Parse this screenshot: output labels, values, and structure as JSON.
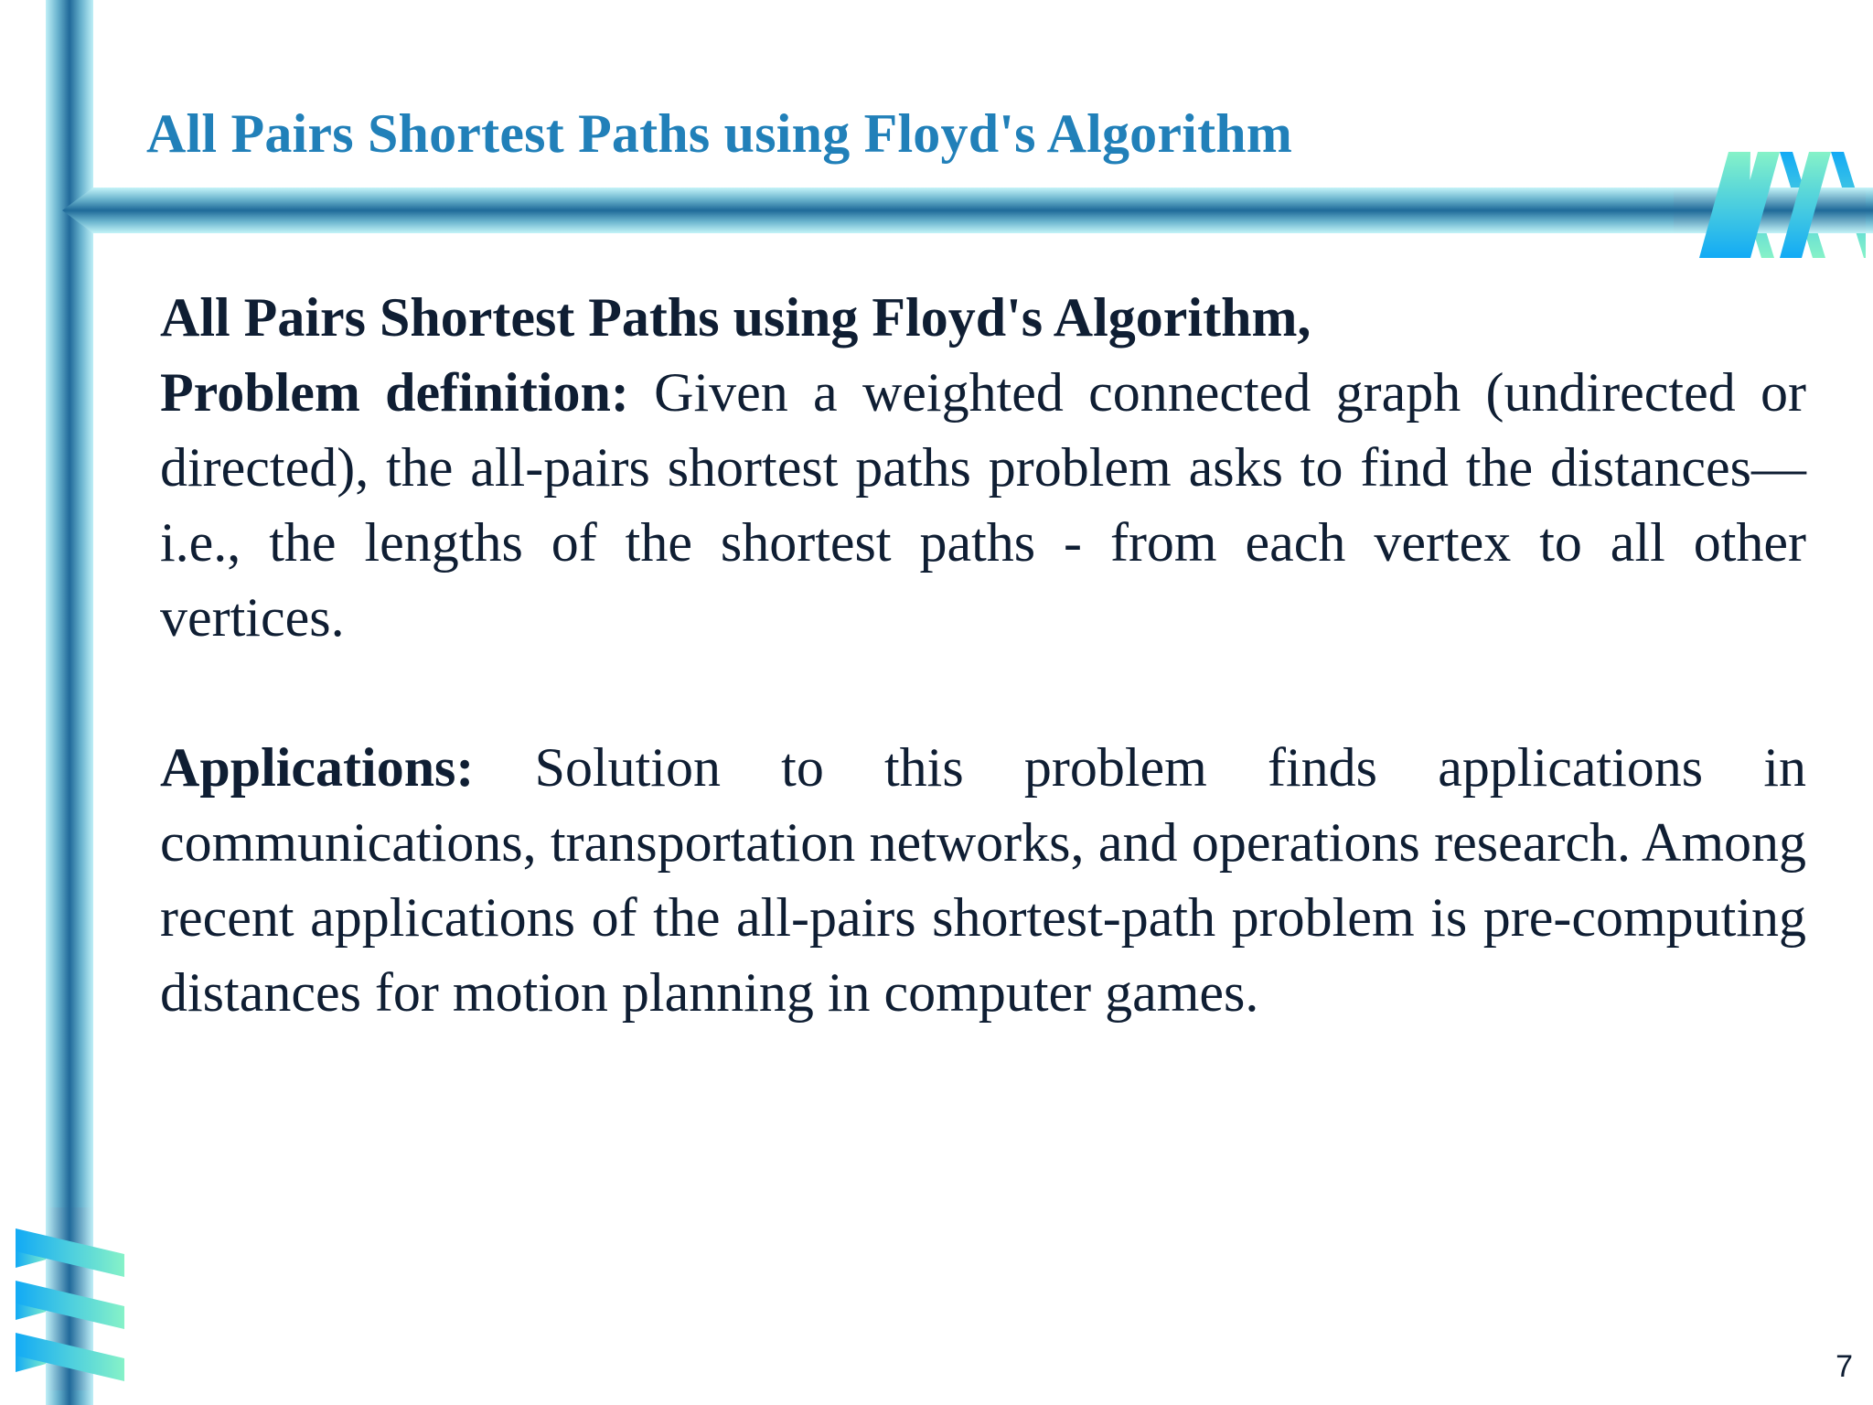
{
  "slide": {
    "title": "All Pairs Shortest Paths using Floyd's Algorithm",
    "page_number": "7",
    "colors": {
      "title": "#2180b9",
      "body_text": "#0f1e33",
      "bar_dark": "#1f6a99",
      "bar_light": "#c4f4f8",
      "logo_blue": "#12aaf5",
      "logo_mint": "#86f2c8"
    }
  },
  "body": {
    "heading": "All Pairs Shortest Paths using Floyd's Algorithm,",
    "problem_label": "Problem definition:",
    "problem_text": " Given a weighted connected graph (undirected or directed), the all-pairs shortest paths problem asks to find the distances—i.e., the lengths of the shortest paths - from each vertex to all other vertices.",
    "applications_label": "Applications:",
    "applications_text": " Solution to this problem finds applications in communications, transportation networks, and operations research. Among recent applications of the all-pairs shortest-path problem is pre-computing distances for motion planning in computer games."
  },
  "decorations": {
    "top_right_logo": "ribbon-stripes-logo",
    "bottom_left_logo": "ribbon-stripes-logo"
  }
}
